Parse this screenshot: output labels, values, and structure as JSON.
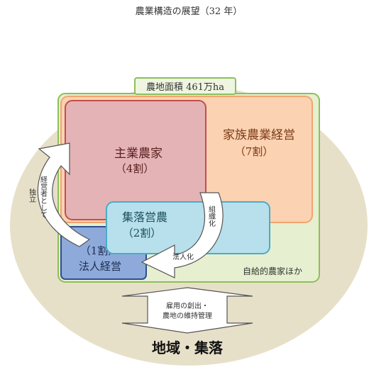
{
  "title": "農業構造の展望（32 年）",
  "farmland_label": "農地面積 461万ha",
  "main_farmer": {
    "name": "主業農家",
    "share": "（4割）"
  },
  "family_farm": {
    "name": "家族農業経営",
    "share": "（7割）"
  },
  "village_farm": {
    "name": "集落営農",
    "share": "（2割）"
  },
  "corporate": {
    "share": "（1割）",
    "name": "法人経営"
  },
  "self_sufficient_label": "自給的農家ほか",
  "left_arrow": {
    "line1": "経営者として",
    "line2": "独立"
  },
  "right_arrow": {
    "vertical": "組織化",
    "horizontal": "法人化"
  },
  "double_arrow": {
    "line1": "雇用の創出・",
    "line2": "農地の維持管理"
  },
  "region_label": "地域・集落",
  "colors": {
    "ellipse_fill": "#e7e0c9",
    "farmland_border": "#8dbf5a",
    "farmland_fill": "#e6efd0",
    "family_fill": "#fbd2b2",
    "family_border": "#f0a56f",
    "main_fill": "#e4b3b6",
    "main_border": "#c0504d",
    "village_fill": "#b7e0ec",
    "village_border": "#4bacc6",
    "corporate_fill": "#8eaadb",
    "corporate_border": "#2e4f8f"
  }
}
